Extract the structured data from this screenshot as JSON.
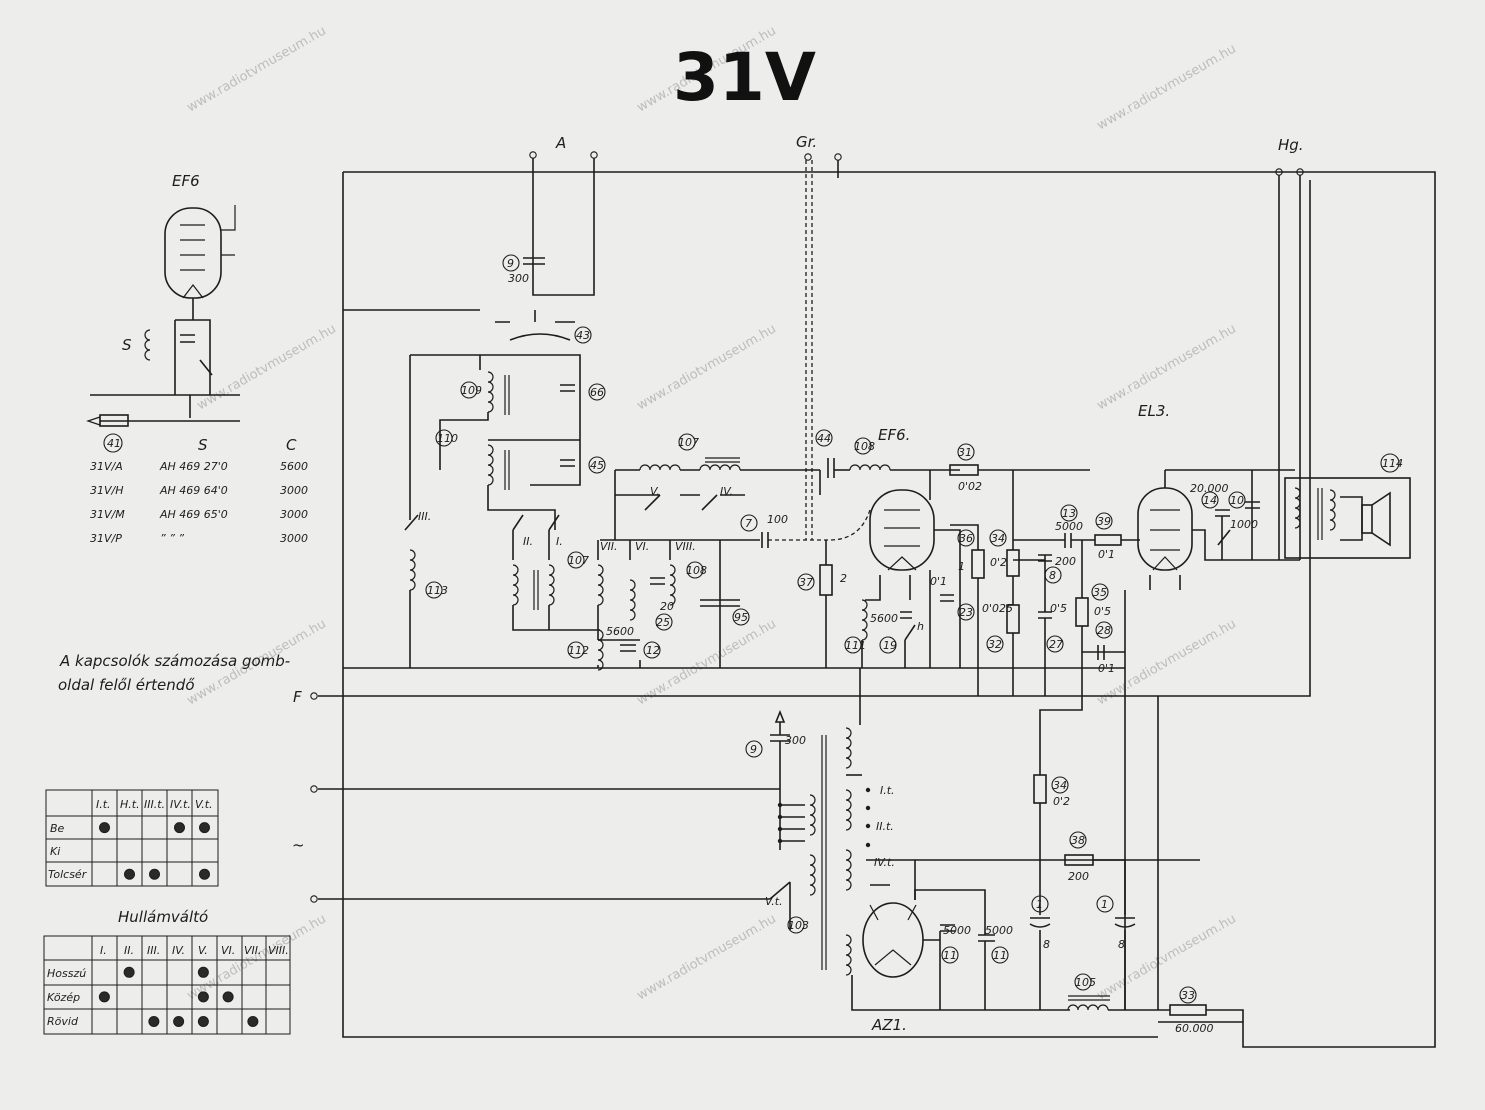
{
  "title": "31V",
  "watermark": "www.radiotvmuseum.hu",
  "terminals": {
    "antenna": "A",
    "ground": "Gr.",
    "speaker": "Hg.",
    "field": "F",
    "mains": "~"
  },
  "tubes": {
    "ef6_inset": "EF6",
    "ef6_main": "EF6.",
    "el3": "EL3.",
    "az1": "AZ1."
  },
  "inset": {
    "labels": {
      "s": "S",
      "c": "C",
      "pos": "41"
    },
    "rows": [
      {
        "type": "31V/A",
        "s": "AH 469 27'0",
        "c": "5600"
      },
      {
        "type": "31V/H",
        "s": "AH 469 64'0",
        "c": "3000"
      },
      {
        "type": "31V/M",
        "s": "AH 469 65'0",
        "c": "3000"
      },
      {
        "type": "31V/P",
        "s": "” ” ”",
        "c": "3000"
      }
    ]
  },
  "note": {
    "line1": "A kapcsolók számozása gomb-",
    "line2": "oldal felől értendő"
  },
  "switch_table": {
    "headers": [
      "I.t.",
      "H.t.",
      "III.t.",
      "IV.t.",
      "V.t."
    ],
    "rows": [
      "Be",
      "Ki",
      "Tolcsér"
    ],
    "dots": [
      [
        1,
        0,
        0,
        1,
        1
      ],
      [
        0,
        0,
        0,
        0,
        0
      ],
      [
        0,
        1,
        1,
        0,
        1
      ]
    ]
  },
  "wave_table": {
    "title": "Hullámváltó",
    "headers": [
      "I.",
      "II.",
      "III.",
      "IV.",
      "V.",
      "VI.",
      "VII.",
      "VIII."
    ],
    "rows": [
      "Hosszú",
      "Közép",
      "Rövid"
    ],
    "dots": [
      [
        0,
        1,
        0,
        0,
        1,
        0,
        0,
        0
      ],
      [
        1,
        0,
        0,
        0,
        1,
        1,
        0,
        0
      ],
      [
        0,
        0,
        1,
        1,
        1,
        0,
        1,
        0
      ]
    ]
  },
  "components": {
    "c9_top": "9",
    "c9_top_val": "300",
    "c9_bot": "9",
    "c9_bot_val": "300",
    "p43": "43",
    "p109": "109",
    "p66": "66",
    "p110": "110",
    "p45": "45",
    "p107a": "107",
    "p107b": "107",
    "p108a": "108",
    "p108b": "108",
    "p44": "44",
    "p7": "7",
    "c7_val": "100",
    "p37": "37",
    "r37_val": "2",
    "p31": "31",
    "r31_val": "0'02",
    "p36": "36",
    "r36_val": "1",
    "p34a": "34",
    "r34a_val": "0'2",
    "p13": "13",
    "c13_val": "5000",
    "p39": "39",
    "r39_val": "0'1",
    "p14": "14",
    "c14_val": "20.000",
    "p10": "10",
    "c10_val": "1000",
    "p114": "114",
    "p23": "23",
    "c23_val": "0'1",
    "p32": "32",
    "c32_val": "0'025",
    "p8": "8",
    "c8_val": "200",
    "p27": "27",
    "c27_val": "0'5",
    "p35": "35",
    "r35_val": "0'5",
    "p28": "28",
    "c28_val": "0'1",
    "p111": "111",
    "c111_val": "5600",
    "p19": "19",
    "p112": "112",
    "p12": "12",
    "c12_val": "5600",
    "p25": "25",
    "c25_val": "20",
    "p95": "95",
    "p113": "113",
    "p34b": "34",
    "r34b_val": "0'2",
    "p38": "38",
    "r38_val": "200",
    "p1a": "1",
    "c1a_val": "8",
    "p1b": "1",
    "c1b_val": "8",
    "p11a": "11",
    "c11a_val": "5000",
    "p11b": "11",
    "c11b_val": "5000",
    "p105": "105",
    "p33": "33",
    "r33_val": "60.000",
    "p103": "103",
    "sw_I": "I.",
    "sw_II": "II.",
    "sw_III": "III.",
    "sw_IV": "IV.",
    "sw_V": "V.",
    "sw_VI": "VI.",
    "sw_VII": "VII.",
    "sw_VIII": "VIII.",
    "sw_h": "h",
    "tap_It": "I.t.",
    "tap_IIt": "II.t.",
    "tap_IVt": "IV.t.",
    "tap_Vt": "V.t."
  }
}
